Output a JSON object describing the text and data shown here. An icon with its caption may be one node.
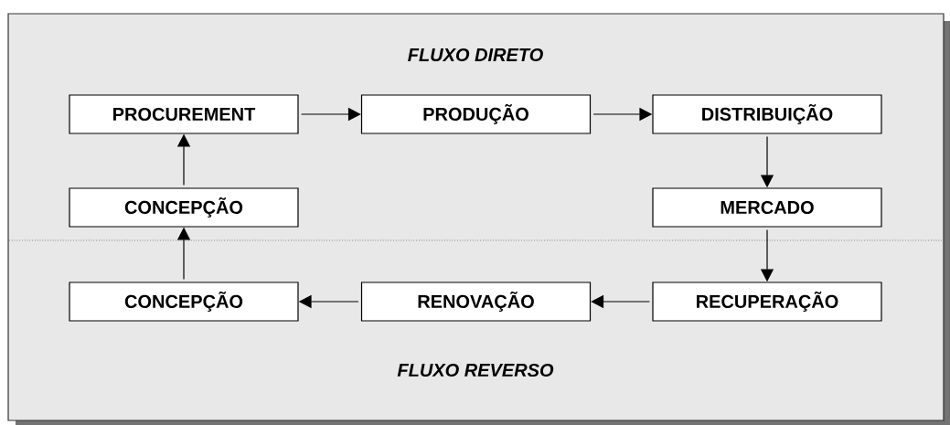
{
  "diagram": {
    "nodes": [
      {
        "text": [
          "PROCUREMENT"
        ]
      },
      {
        "text": [
          "PRODUÇÃO"
        ]
      },
      {
        "text": [
          "DISTRIBUIÇÃO"
        ]
      },
      {
        "text": [
          "CONCEPÇÃO"
        ]
      },
      {
        "text": [
          "MERCADO"
        ]
      },
      {
        "text": [
          "CONCEPÇÃO"
        ]
      },
      {
        "text": [
          "RENOVAÇÃO"
        ]
      },
      {
        "text": [
          "RECUPERAÇÃO"
        ]
      }
    ],
    "edges": [
      {
        "from": 0,
        "to": 1,
        "arrow": "to"
      },
      {
        "from": 1,
        "to": 2,
        "arrow": "to"
      },
      {
        "from": 2,
        "to": 4,
        "arrow": "to"
      },
      {
        "from": 4,
        "to": 7,
        "arrow": "to"
      },
      {
        "from": 7,
        "to": 6,
        "arrow": "to"
      },
      {
        "from": 6,
        "to": 5,
        "arrow": "to"
      },
      {
        "from": 5,
        "to": 3,
        "arrow": "to"
      },
      {
        "from": 3,
        "to": 0,
        "arrow": "to"
      }
    ],
    "labels": [
      "FLUXO DIRETO",
      "FLUXO REVERSO"
    ]
  }
}
